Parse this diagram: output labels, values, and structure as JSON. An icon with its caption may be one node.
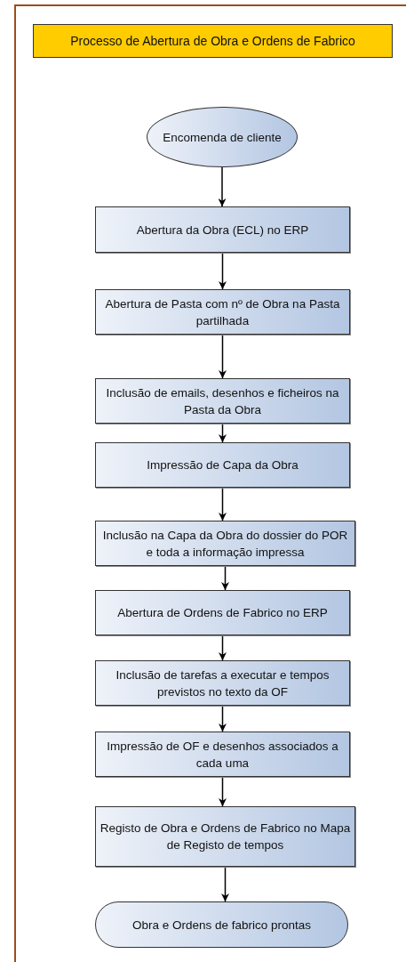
{
  "diagram": {
    "title": "Processo de Abertura de Obra e Ordens de Fabrico",
    "nodes": [
      {
        "text": [
          "Encomenda de cliente"
        ]
      },
      {
        "text": [
          "Abertura da Obra (ECL) no ERP"
        ]
      },
      {
        "text": [
          "Abertura de Pasta com nº de Obra na Pasta partilhada"
        ]
      },
      {
        "text": [
          "Inclusão de emails, desenhos e ficheiros na Pasta da Obra"
        ]
      },
      {
        "text": [
          "Impressão de Capa da Obra"
        ]
      },
      {
        "text": [
          "Inclusão na Capa da Obra do dossier do POR e toda a informação impressa"
        ]
      },
      {
        "text": [
          "Abertura de Ordens de Fabrico no ERP"
        ]
      },
      {
        "text": [
          "Inclusão de tarefas a executar e tempos previstos no texto da OF"
        ]
      },
      {
        "text": [
          "Impressão de OF e desenhos associados a cada uma"
        ]
      },
      {
        "text": [
          "Registo de Obra e Ordens de Fabrico no Mapa de Registo de tempos"
        ]
      },
      {
        "text": [
          "Obra e Ordens de fabrico prontas"
        ]
      }
    ],
    "edges": [
      {
        "from": 0,
        "to": 1,
        "arrow": "to"
      },
      {
        "from": 1,
        "to": 2,
        "arrow": "to"
      },
      {
        "from": 2,
        "to": 3,
        "arrow": "to"
      },
      {
        "from": 3,
        "to": 4,
        "arrow": "to"
      },
      {
        "from": 4,
        "to": 5,
        "arrow": "to"
      },
      {
        "from": 5,
        "to": 6,
        "arrow": "to"
      },
      {
        "from": 6,
        "to": 7,
        "arrow": "to"
      },
      {
        "from": 7,
        "to": 8,
        "arrow": "to"
      },
      {
        "from": 8,
        "to": 9,
        "arrow": "to"
      },
      {
        "from": 9,
        "to": 10,
        "arrow": "to"
      }
    ]
  }
}
